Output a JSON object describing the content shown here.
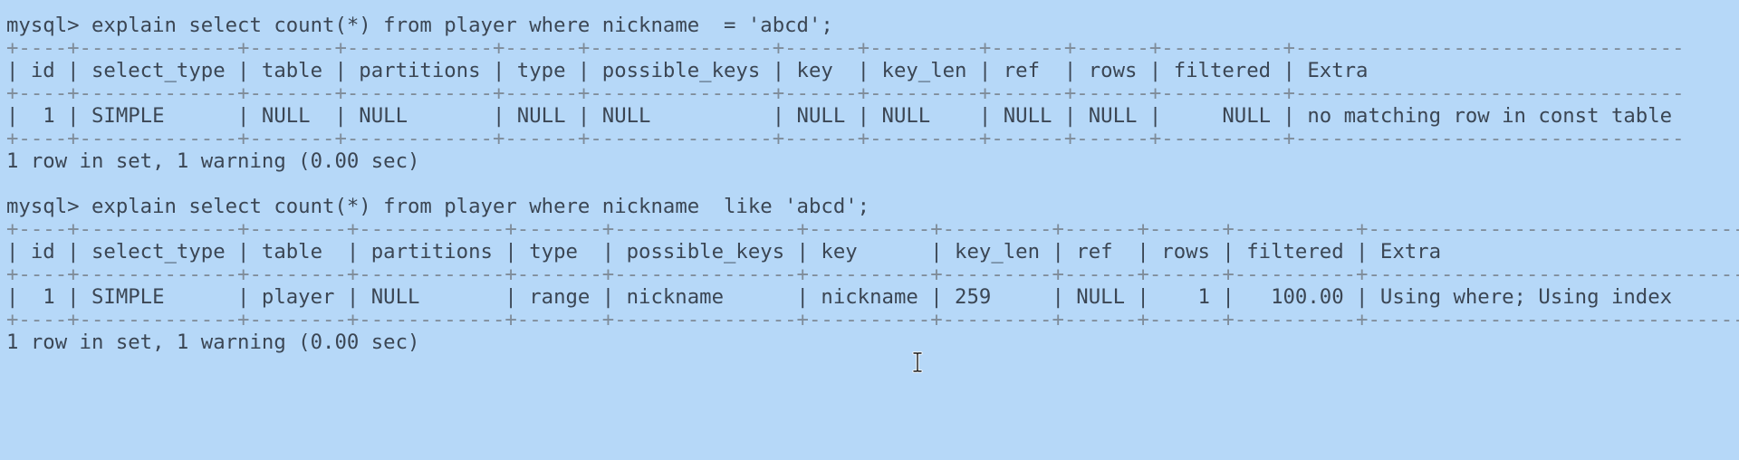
{
  "terminal": {
    "prompt": "mysql> ",
    "queries": [
      {
        "command": "explain select count(*) from player where nickname  = 'abcd';",
        "border": "+----+-------------+-------+------------+------+---------------+------+---------+------+------+----------+--------------------------------",
        "header": "| id | select_type | table | partitions | type | possible_keys | key  | key_len | ref  | rows | filtered | Extra",
        "row": "|  1 | SIMPLE      | NULL  | NULL       | NULL | NULL          | NULL | NULL    | NULL | NULL |     NULL | no matching row in const table",
        "summary": "1 row in set, 1 warning (0.00 sec)"
      },
      {
        "command": "explain select count(*) from player where nickname  like 'abcd';",
        "border": "+----+-------------+--------+------------+-------+---------------+----------+---------+------+------+----------+--------------------------------",
        "header": "| id | select_type | table  | partitions | type  | possible_keys | key      | key_len | ref  | rows | filtered | Extra",
        "row": "|  1 | SIMPLE      | player | NULL       | range | nickname      | nickname | 259     | NULL |    1 |   100.00 | Using where; Using index",
        "summary": "1 row in set, 1 warning (0.00 sec)"
      }
    ]
  },
  "colors": {
    "background": "#b6d8f8",
    "text": "#3b4654",
    "border": "#7f8c99"
  },
  "icons": {
    "cursor": "text-cursor-icon"
  }
}
